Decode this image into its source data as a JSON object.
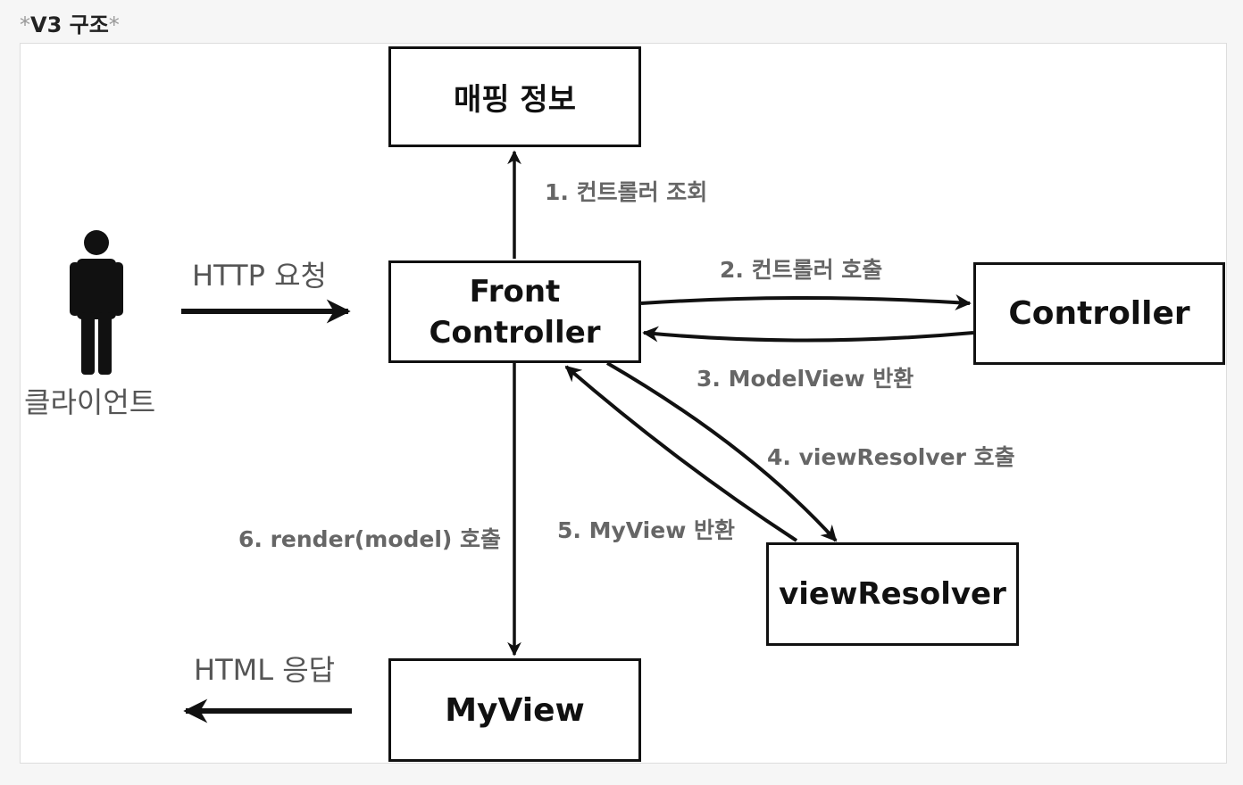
{
  "title": {
    "prefix": "*",
    "text": "V3 구조",
    "suffix": "*"
  },
  "nodes": {
    "mapping": "매핑 정보",
    "front_line1": "Front",
    "front_line2": "Controller",
    "controller": "Controller",
    "view_resolver": "viewResolver",
    "my_view": "MyView"
  },
  "actor": {
    "label": "클라이언트",
    "icon": "person-icon"
  },
  "edges": {
    "http_request": "HTTP 요청",
    "html_response": "HTML 응답",
    "step1": "1. 컨트롤러 조회",
    "step2": "2. 컨트롤러 호출",
    "step3": "3. ModelView 반환",
    "step4": "4. viewResolver 호출",
    "step5": "5. MyView 반환",
    "step6": "6. render(model) 호출"
  },
  "colors": {
    "stroke": "#111111",
    "label": "#666666",
    "background": "#ffffff"
  }
}
